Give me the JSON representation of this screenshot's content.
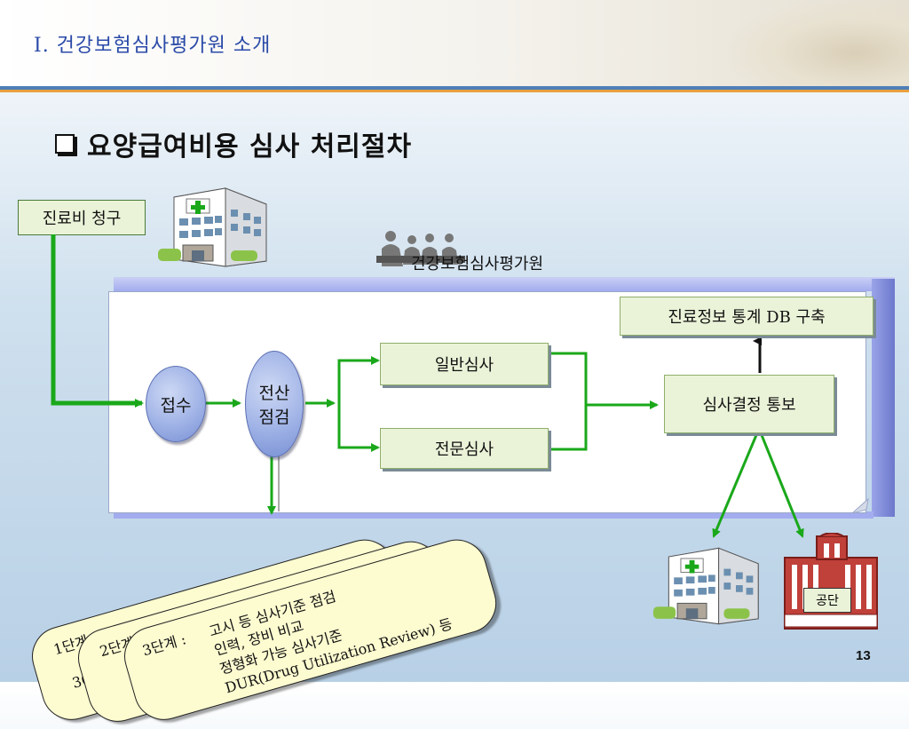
{
  "header": {
    "title": "Ⅰ. 건강보험심사평가원 소개"
  },
  "section_title": "요양급여비용 심사 처리절차",
  "nodes": {
    "claim": "진료비 청구",
    "institute": "건강보험심사평가원",
    "reception": "접수",
    "computer_check_line1": "전산",
    "computer_check_line2": "점검",
    "general_review": "일반심사",
    "expert_review": "전문심사",
    "db_build": "진료정보 통계 DB 구축",
    "decision_notice": "심사결정 통보",
    "nhis": "공단"
  },
  "cards": {
    "stage1": {
      "label": "1단계",
      "extra": "30%"
    },
    "stage2": {
      "label": "2단계"
    },
    "stage3": {
      "label": "3단계 :",
      "line1": "고시 등 심사기준 점검",
      "line2": "인력, 장비 비교",
      "line3": "정형화 가능 심사기준",
      "line4": "DUR(Drug Utilization Review) 등"
    }
  },
  "page_number": "13",
  "colors": {
    "arrow_green": "#1aa81a",
    "title_blue": "#2a4aa8",
    "box_fill": "#eaf3d8"
  }
}
